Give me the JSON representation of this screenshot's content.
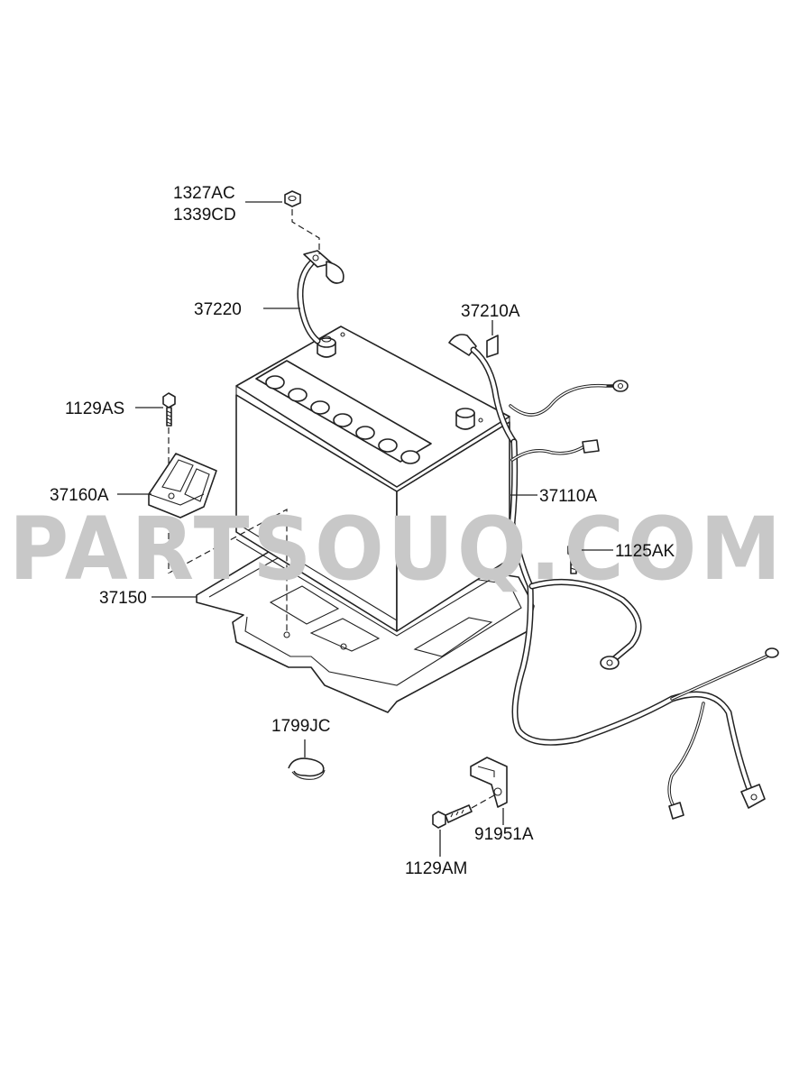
{
  "watermark": "PARTSOUQ.COM",
  "labels": {
    "nut_a": "1327AC",
    "nut_b": "1339CD",
    "cable_neg": "37220",
    "cable_pos": "37210A",
    "bolt_clamp": "1129AS",
    "clamp": "37160A",
    "harness": "37110A",
    "bolt_side": "1125AK",
    "tray": "37150",
    "clip": "1799JC",
    "bracket": "91951A",
    "bolt_bracket": "1129AM"
  }
}
